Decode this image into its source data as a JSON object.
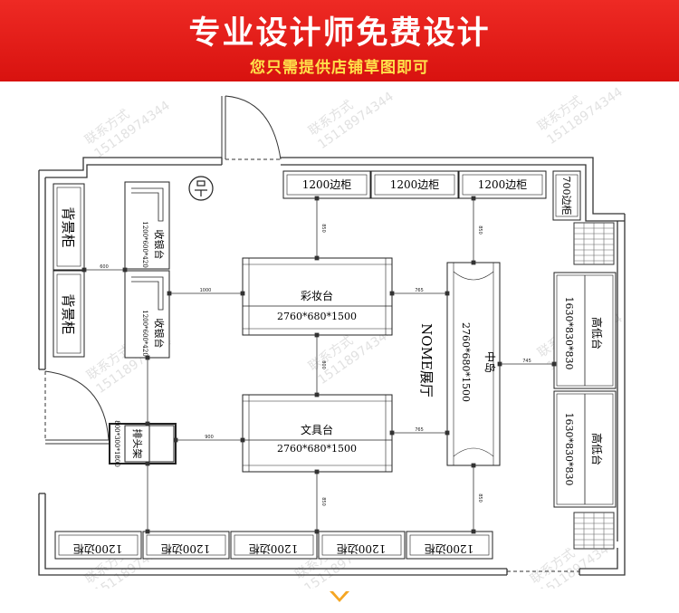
{
  "banner": {
    "title": "专业设计师免费设计",
    "subtitle": "您只需提供店铺草图即可"
  },
  "watermark": {
    "line1": "联系方式",
    "line2": "15118974344"
  },
  "plan": {
    "top_cabinets": [
      "1200边柜",
      "1200边柜",
      "1200边柜"
    ],
    "right_top_cabinet": "700边柜",
    "bottom_cabinets": [
      "1200边柜",
      "1200边柜",
      "1200边柜",
      "1200边柜",
      "1200边柜"
    ],
    "left_cabinets": [
      "背景柜",
      "背景柜"
    ],
    "cashier_1": {
      "name": "收银台",
      "size": "1200*600*420"
    },
    "cashier_2": {
      "name": "收银台",
      "size": "1200*600*420"
    },
    "endcap": {
      "name": "排头架",
      "size": "800*300*1800"
    },
    "makeup_table": {
      "name": "彩妆台",
      "size": "2760*680*1500"
    },
    "stationery_table": {
      "name": "文具台",
      "size": "2760*680*1500"
    },
    "island": {
      "name": "中岛",
      "size": "2760*680*1500"
    },
    "hall": "NOME展厅",
    "high_low_1": {
      "name": "高低台",
      "size": "1630*830*830"
    },
    "high_low_2": {
      "name": "高低台",
      "size": "1630*830*830"
    },
    "dims": {
      "d1000": "1000",
      "d765": "765",
      "d745": "745",
      "d900": "900",
      "d600": "600",
      "d850": "850",
      "d800": "800"
    }
  },
  "colors": {
    "banner_red": "#e01b18",
    "subtitle_yellow": "#ffe14a",
    "chevron": "#f5a623"
  },
  "icons": {
    "bottom": "chevron-down-icon"
  }
}
